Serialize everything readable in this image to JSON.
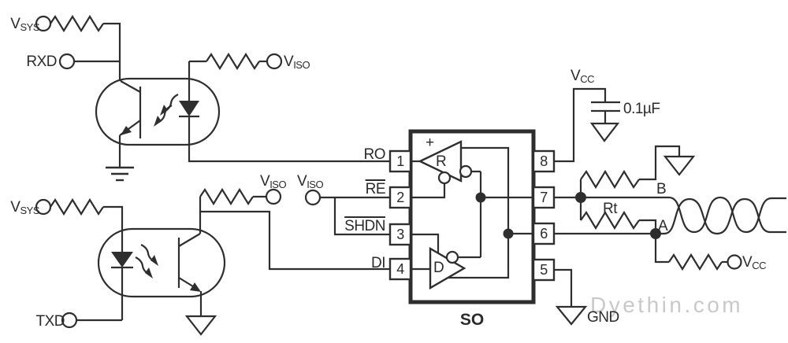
{
  "labels": {
    "watermark": "Dyethin.com",
    "gnd": "GND",
    "plus": "+"
  },
  "terminals": {
    "vsys_top": {
      "base": "V",
      "sub": "SYS"
    },
    "rxd": {
      "base": "RXD"
    },
    "viso_top": {
      "base": "V",
      "sub": "ISO"
    },
    "vsys_bot": {
      "base": "V",
      "sub": "SYS"
    },
    "txd": {
      "base": "TXD"
    },
    "viso_mid1": {
      "base": "V",
      "sub": "ISO"
    },
    "viso_mid2": {
      "base": "V",
      "sub": "ISO"
    },
    "vcc_top": {
      "base": "V",
      "sub": "CC"
    },
    "vcc_right": {
      "base": "V",
      "sub": "CC"
    }
  },
  "ic": {
    "package": "SO",
    "receiver": "R",
    "driver": "D",
    "left_pins": [
      {
        "num": "1",
        "label": "RO"
      },
      {
        "num": "2",
        "label": "RE"
      },
      {
        "num": "3",
        "label": "SHDN"
      },
      {
        "num": "4",
        "label": "DI"
      }
    ],
    "right_pins": [
      {
        "num": "8"
      },
      {
        "num": "7"
      },
      {
        "num": "6"
      },
      {
        "num": "5"
      }
    ]
  },
  "components": {
    "cap_value": "0.1µF",
    "termination_resistor": "Rt"
  },
  "bus": {
    "line_b": "B",
    "line_a": "A"
  },
  "colors": {
    "line": "#2e2e2e",
    "watermark": "#c9c9c9",
    "background": "#ffffff"
  }
}
